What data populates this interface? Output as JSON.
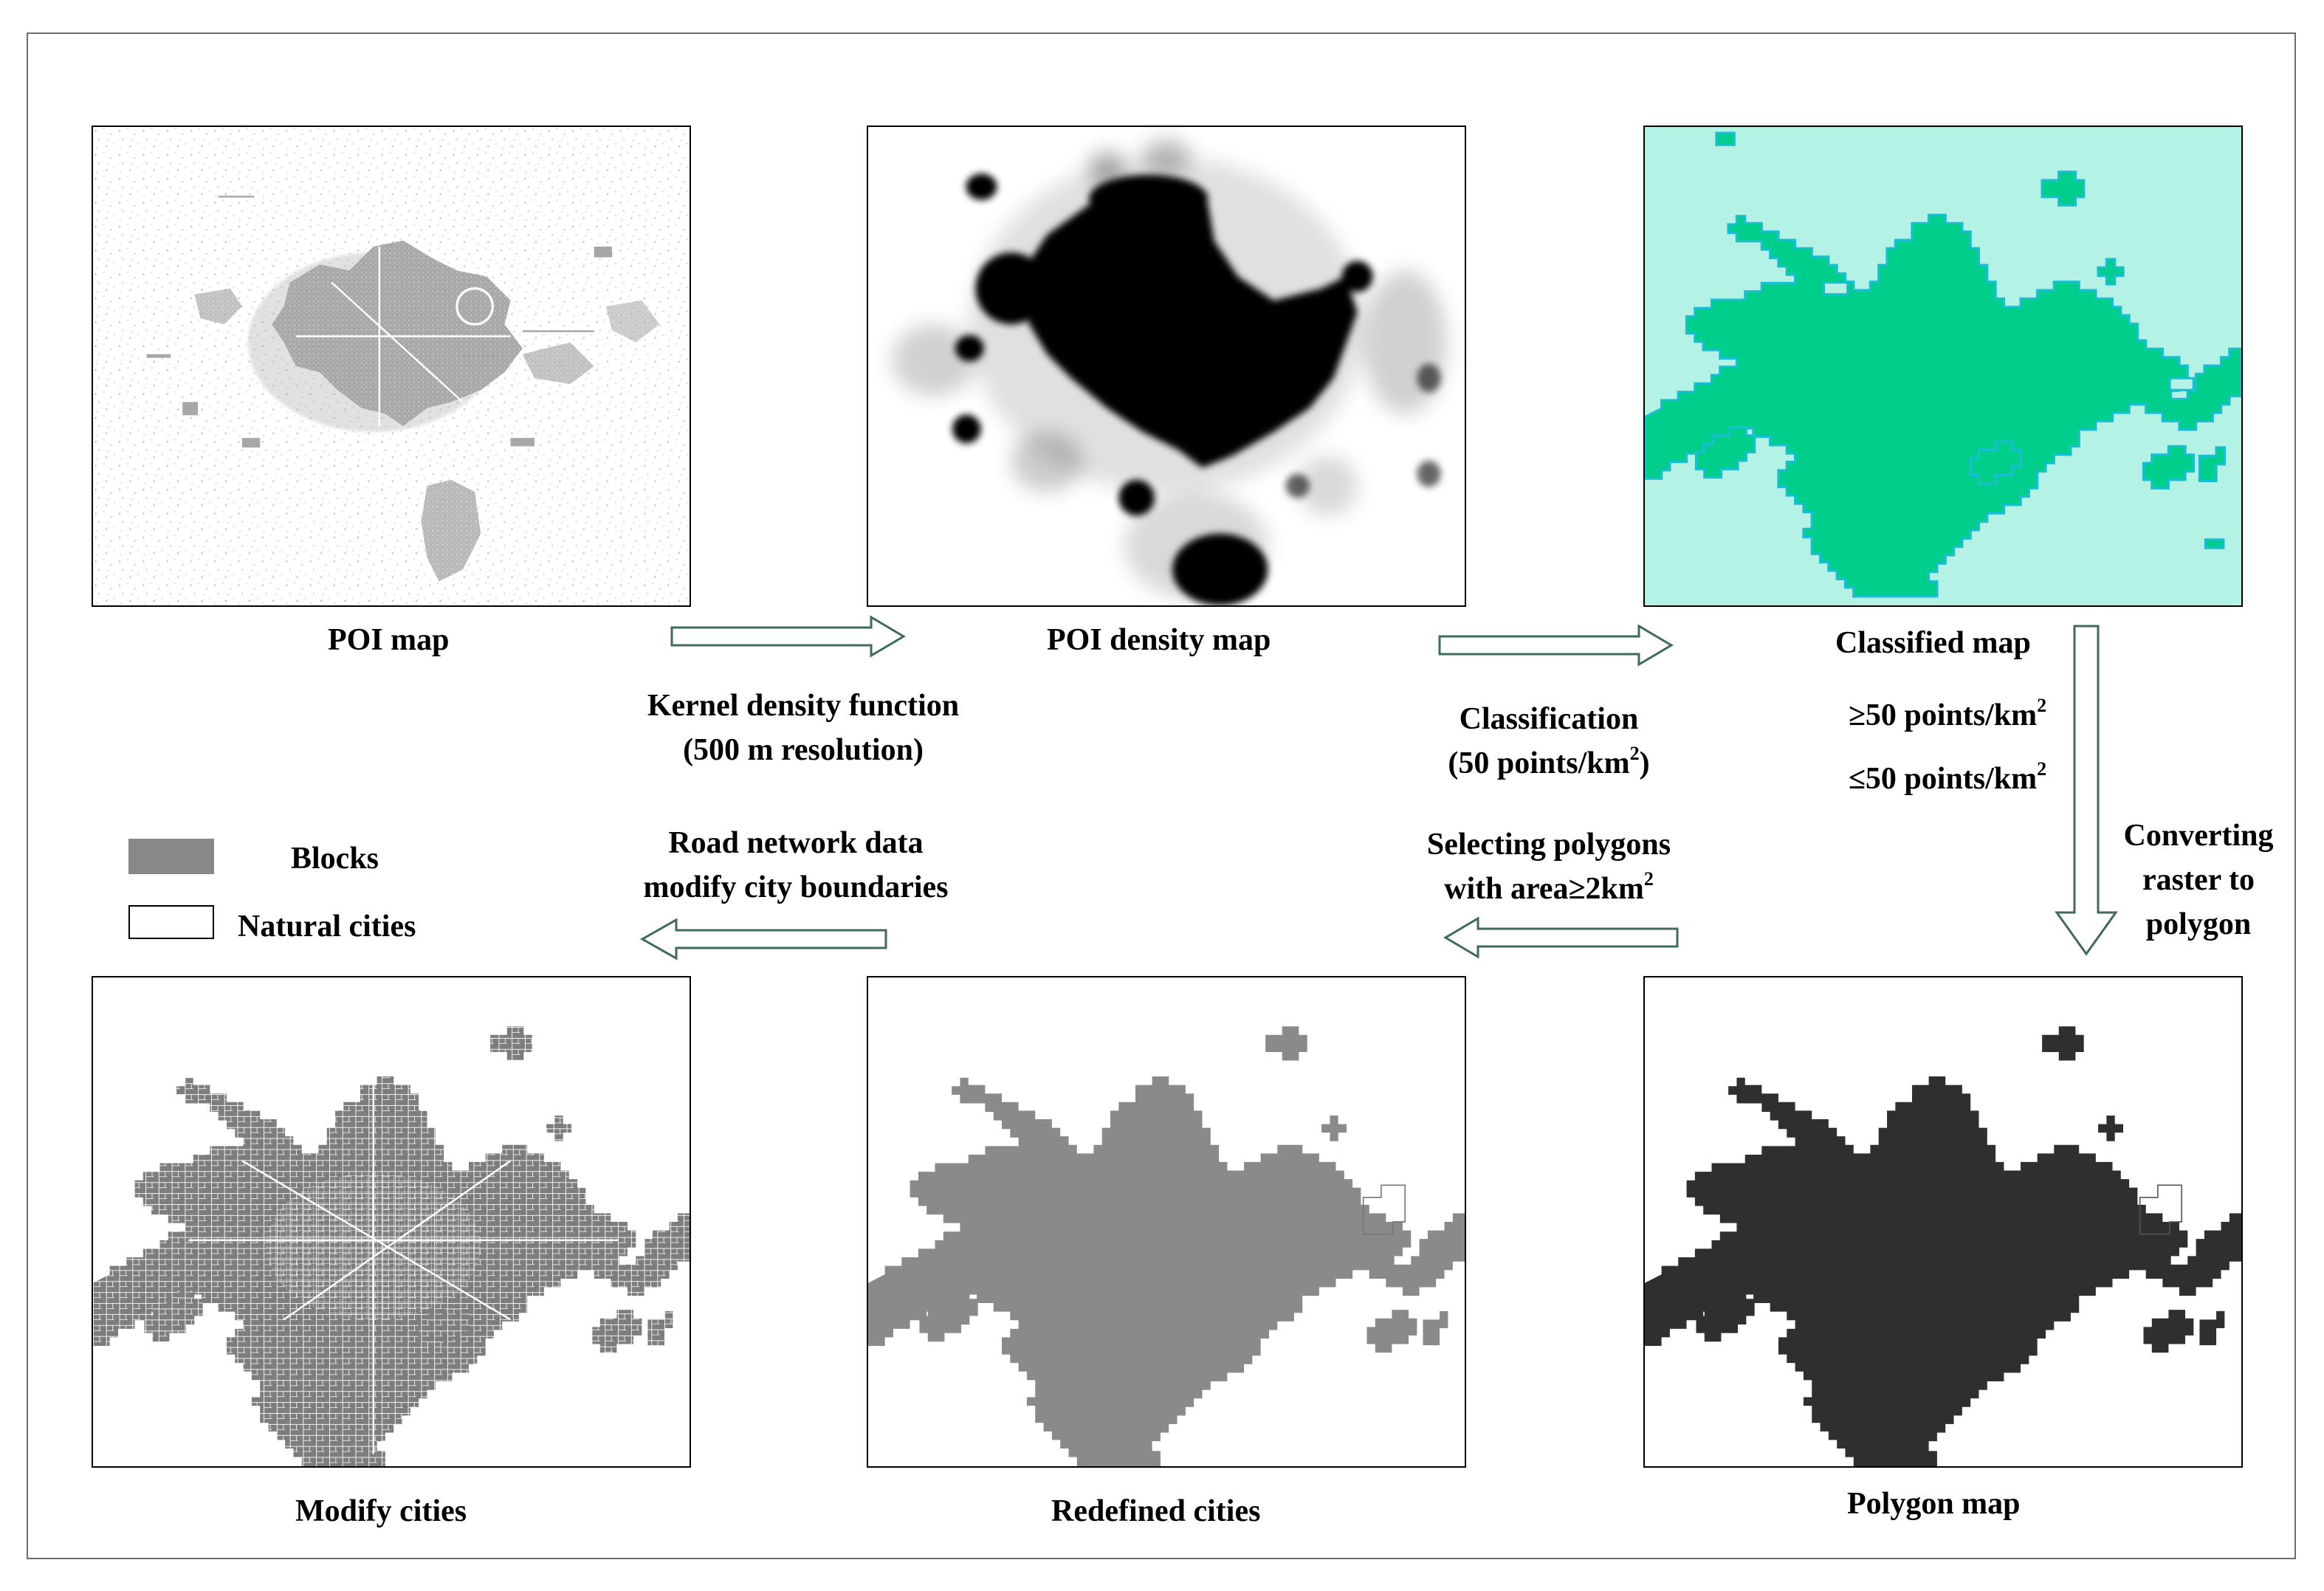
{
  "panels": {
    "poi": "POI map",
    "density": "POI density map",
    "classified": "Classified map",
    "polygon": "Polygon map",
    "redefined": "Redefined cities",
    "modify": "Modify cities"
  },
  "steps": {
    "kernel_line1": "Kernel density function",
    "kernel_line2": "(500 m resolution)",
    "classification_line1": "Classification",
    "classification_line2": "(50 points/km",
    "classification_sup": "2",
    "classification_tail": ")",
    "class_ge": "≥50 points/km",
    "class_ge_sup": "2",
    "class_le": "≤50 points/km",
    "class_le_sup": "2",
    "convert_line1": "Converting",
    "convert_line2": "raster to",
    "convert_line3": "polygon",
    "select_line1": "Selecting polygons",
    "select_line2": "with area≥2km",
    "select_sup": "2",
    "road_line1": "Road network data",
    "road_line2": "modify city boundaries"
  },
  "legend": {
    "blocks": "Blocks",
    "natural": "Natural cities"
  },
  "colors": {
    "poi_points": "#a7a7a7",
    "density_dark": "#000000",
    "classified_background": "#b4f2e5",
    "classified_fill": "#00cf8c",
    "polygon_fill": "#2f2f2f",
    "redefined_fill": "#8a8a8a",
    "blocks": "#888888",
    "arrow_stroke": "#3f6b57"
  }
}
